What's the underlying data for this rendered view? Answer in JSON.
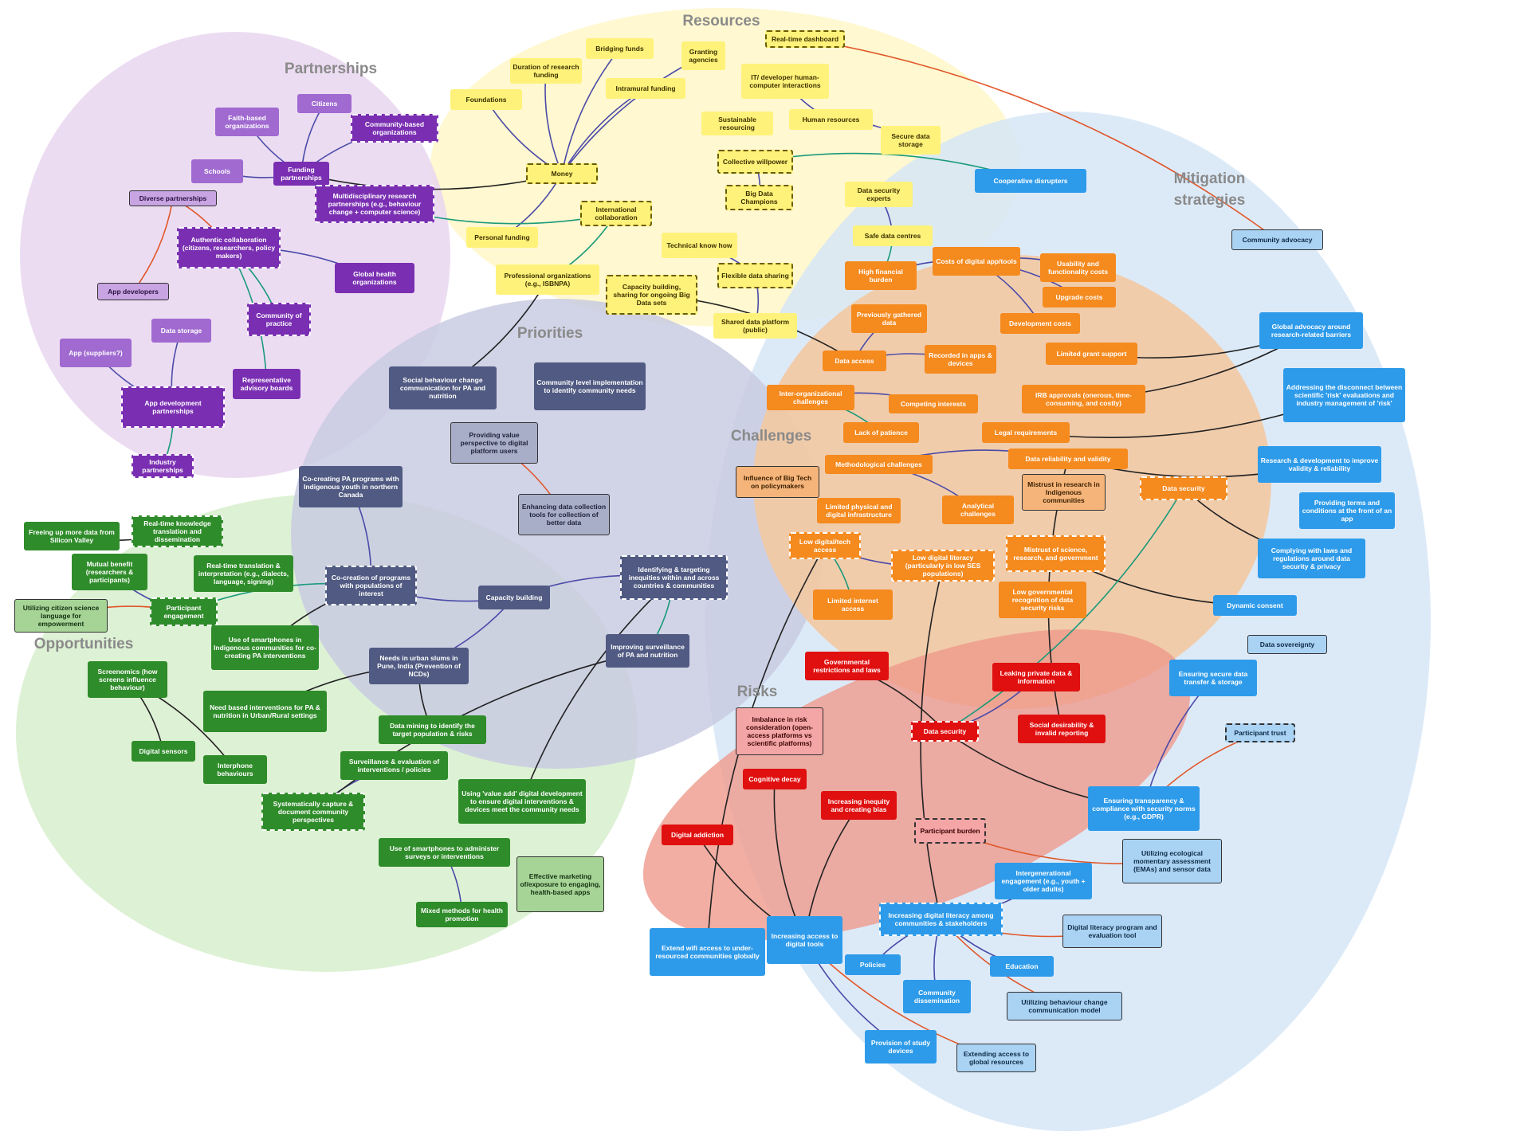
{
  "regions": {
    "resources": "Resources",
    "partnerships": "Partnerships",
    "priorities": "Priorities",
    "mitigation": "Mitigation\nstrategies",
    "challenges": "Challenges",
    "opportunities": "Opportunities",
    "risks": "Risks"
  },
  "colors": {
    "resources": "#fff27a",
    "partnerships": "#7a2fb2",
    "priorities": "#505a82",
    "mitigation": "#2e9bea",
    "challenges": "#f58a1f",
    "opportunities": "#2f8c2a",
    "risks": "#e01010",
    "light_blue": "#a9d2f3",
    "light_green": "#a6d496",
    "light_grey": "#a8aec8",
    "light_purple": "#c8a4e2",
    "light_orange": "#f5b57a",
    "light_pink": "#f4a6a6"
  },
  "nodes": {
    "realtime_dashboard": "Real-time dashboard",
    "bridging_funds": "Bridging funds",
    "granting_agencies": "Granting agencies",
    "duration_research_funding": "Duration of research funding",
    "foundations": "Foundations",
    "intramural_funding": "Intramural funding",
    "it_developer": "IT/ developer human-computer interactions",
    "sustainable_resourcing": "Sustainable resourcing",
    "human_resources": "Human resources",
    "secure_data_storage": "Secure data storage",
    "money": "Money",
    "collective_willpower": "Collective willpower",
    "big_data_champions": "Big Data Champions",
    "data_security_experts": "Data security experts",
    "international_collaboration": "International collaboration",
    "personal_funding": "Personal funding",
    "technical_know_how": "Technical know how",
    "safe_data_centres": "Safe data centres",
    "professional_organizations": "Professional organizations (e.g., ISBNPA)",
    "capacity_building_sharing": "Capacity building, sharing for ongoing Big Data sets",
    "flexible_data_sharing": "Flexible data sharing",
    "shared_data_platform": "Shared data platform (public)",
    "citizens": "Citizens",
    "faith_based": "Faith-based organizations",
    "community_based": "Community-based organizations",
    "schools": "Schools",
    "funding_partnerships": "Funding partnerships",
    "diverse_partnerships": "Diverse partnerships",
    "multidisciplinary": "Multidisciplinary research partnerships (e.g., behaviour change + computer science)",
    "authentic_collaboration": "Authentic collaboration (citizens, researchers, policy makers)",
    "global_health_orgs": "Global health organizations",
    "app_developers": "App developers",
    "community_of_practice": "Community of practice",
    "data_storage_p": "Data storage",
    "app_suppliers": "App (suppliers?)",
    "representative_boards": "Representative advisory boards",
    "app_dev_partnerships": "App development partnerships",
    "industry_partnerships": "Industry partnerships",
    "cooperative_disrupters": "Cooperative disrupters",
    "community_advocacy": "Community advocacy",
    "high_financial_burden": "High financial burden",
    "costs_digital_app": "Costs of digital app/tools",
    "usability_costs": "Usability and functionality costs",
    "upgrade_costs": "Upgrade costs",
    "previously_gathered": "Previously gathered data",
    "development_costs": "Development costs",
    "data_access": "Data access",
    "recorded_apps": "Recorded in apps & devices",
    "limited_grant_support": "Limited grant support",
    "global_advocacy": "Global advocacy around research-related barriers",
    "inter_org_challenges": "Inter-organizational challenges",
    "competing_interests": "Competing interests",
    "irb_approvals": "IRB approvals (onerous, time-consuming, and costly)",
    "addressing_disconnect": "Addressing the disconnect between scientific 'risk' evaluations and industry management of 'risk'",
    "lack_of_patience": "Lack of patience",
    "legal_requirements": "Legal requirements",
    "methodological_challenges": "Methodological challenges",
    "data_reliability": "Data reliability and validity",
    "research_development": "Research & development to improve validity & reliability",
    "influence_big_tech": "Influence of Big Tech on policymakers",
    "mistrust_indigenous": "Mistrust in research in Indigenous communities",
    "data_security_ch": "Data security",
    "providing_terms": "Providing terms and conditions at the front of an app",
    "limited_infrastructure": "Limited physical and digital infrastructure",
    "analytical_challenges": "Analytical challenges",
    "low_digital_tech": "Low digital/tech access",
    "low_digital_literacy": "Low digital literacy (particularly in low SES populations)",
    "mistrust_science": "Mistrust of science, research, and government",
    "complying_laws": "Complying with laws and regulations around data security & privacy",
    "limited_internet": "Limited internet access",
    "low_gov_recognition": "Low governmental recognition of data security risks",
    "dynamic_consent": "Dynamic consent",
    "data_sovereignty": "Data sovereignty",
    "social_behaviour_change": "Social behaviour change communication for PA and nutrition",
    "community_level": "Community level implementation to identify community needs",
    "providing_value": "Providing value perspective to digital platform users",
    "enhancing_data": "Enhancing data collection tools for collection of better data",
    "cocreating_indigenous": "Co-creating PA programs with Indigenous youth in northern Canada",
    "cocreation_programs": "Co-creation of programs with populations of interest",
    "capacity_building": "Capacity building",
    "identifying_inequities": "Identifying & targeting inequities within and across countries & communities",
    "needs_urban_slums": "Needs in urban slums in Pune, India (Prevention of NCDs)",
    "improving_surveillance": "Improving surveillance of PA and nutrition",
    "freeing_data": "Freeing up more data from Silicon Valley",
    "realtime_knowledge": "Real-time knowledge translation and dissemination",
    "mutual_benefit": "Mutual benefit (researchers & participants)",
    "realtime_translation": "Real-time translation & interpretation (e.g., dialects, language, signing)",
    "utilizing_citizen": "Utilizing citizen science language for empowerment",
    "participant_engagement": "Participant engagement",
    "use_smartphones_indigenous": "Use of smartphones in Indigenous communities for co-creating PA interventions",
    "screenomics": "Screenomics (how screens influence behaviour)",
    "need_based": "Need based interventions for PA & nutrition in Urban/Rural settings",
    "data_mining": "Data mining to identify the target population & risks",
    "digital_sensors": "Digital sensors",
    "interphone": "Interphone behaviours",
    "surveillance_evaluation": "Surveillance & evaluation of interventions / policies",
    "systematically_capture": "Systematically capture & document community perspectives",
    "value_add": "Using 'value add' digital development to ensure digital interventions & devices meet the community needs",
    "smartphones_surveys": "Use of smartphones to administer surveys or interventions",
    "effective_marketing": "Effective marketing of/exposure to engaging, health-based apps",
    "mixed_methods": "Mixed methods for health promotion",
    "governmental_restrictions": "Governmental restrictions and laws",
    "leaking_private": "Leaking private data & information",
    "imbalance_risk": "Imbalance in risk consideration (open-access platforms vs scientific platforms)",
    "data_security_risk": "Data security",
    "social_desirability": "Social desirability & invalid reporting",
    "ensuring_secure": "Ensuring secure data transfer & storage",
    "participant_trust": "Participant trust",
    "cognitive_decay": "Cognitive decay",
    "increasing_inequity": "Increasing inequity and creating bias",
    "participant_burden": "Participant burden",
    "ensuring_transparency": "Ensuring transparency & compliance with security norms (e.g., GDPR)",
    "digital_addiction": "Digital addiction",
    "utilizing_ema": "Utilizing ecological momentary assessment (EMAs) and sensor data",
    "intergenerational": "Intergenerational engagement (e.g., youth + older adults)",
    "extend_wifi": "Extend wifi access to under-resourced communities globally",
    "increasing_access": "Increasing access to digital tools",
    "increasing_literacy": "Increasing digital literacy among communities & stakeholders",
    "digital_literacy_program": "Digital literacy program and evaluation tool",
    "policies": "Policies",
    "education": "Education",
    "community_dissemination": "Community dissemination",
    "utilizing_behaviour_change": "Utilizing behaviour change communication model",
    "provision_devices": "Provision of study devices",
    "extending_access": "Extending access to global resources"
  }
}
